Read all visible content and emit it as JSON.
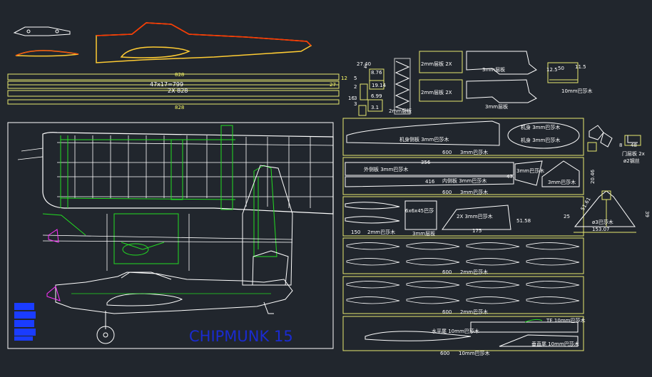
{
  "title": "CHIPMUNK 15",
  "top_strips": {
    "dim_828_a": "828",
    "dim_spar": "47x17=799",
    "dim_27": "27",
    "dim_12": "12",
    "dim_828_b": "2X 828",
    "dim_828_c": "828"
  },
  "small_dims": {
    "d2740": "27.40",
    "d876": "8.76",
    "d1914": "19.14",
    "d699": "6.99",
    "d31": "3.1",
    "d5": "5",
    "d2": "2",
    "d3": "3",
    "d16": "16",
    "d4": "4",
    "d3b": "3"
  },
  "ply_parts": {
    "p1": "2mm层板",
    "p2": "2mm层板 2X",
    "p3": "2mm层板 2X",
    "p4": "3mm层板",
    "p5": "3mm层板",
    "p6": "10mm巴莎木",
    "d125": "12.5",
    "d50": "50",
    "d115": "11.5"
  },
  "sheet1": {
    "fuse_label": "机身侧板 3mm巴莎木",
    "top_label": "机身 3mm巴莎木",
    "top_label2": "机身 3mm巴莎木",
    "width": "600",
    "thick": "3mm巴莎木"
  },
  "sheet2": {
    "l1": "外侧板 3mm巴莎木",
    "l2": "内侧板 3mm巴莎木",
    "d356": "356",
    "d416": "416",
    "d47": "47",
    "r1": "3mm巴莎木",
    "r2": "3mm巴莎木",
    "width": "600",
    "thick": "3mm巴莎木"
  },
  "sheet3": {
    "l1": "6x6x45巴莎",
    "l2": "3mm层板",
    "d150": "150",
    "thick": "2mm巴莎木",
    "fin": "2X  3mm巴莎木",
    "d175": "175",
    "d5158": "51.58"
  },
  "ribs1": {
    "width": "600",
    "thick": "2mm巴莎木"
  },
  "ribs2": {
    "width": "600",
    "thick": "2mm巴莎木"
  },
  "sheet4": {
    "l1": "水平尾 10mm巴莎木",
    "l2": "垂直尾 10mm巴莎木",
    "tag": "TE 10mm巴莎木",
    "width": "600",
    "thick": "10mm巴莎木"
  },
  "right_parts": {
    "d2046": "20.46",
    "d5161": "51.61",
    "d25": "25",
    "d39": "39",
    "d15307": "153.07",
    "lbl": "ø3巴莎木",
    "d48": "48",
    "d8": "8",
    "door": "门层板 2x",
    "door2": "ø2钢丝"
  }
}
